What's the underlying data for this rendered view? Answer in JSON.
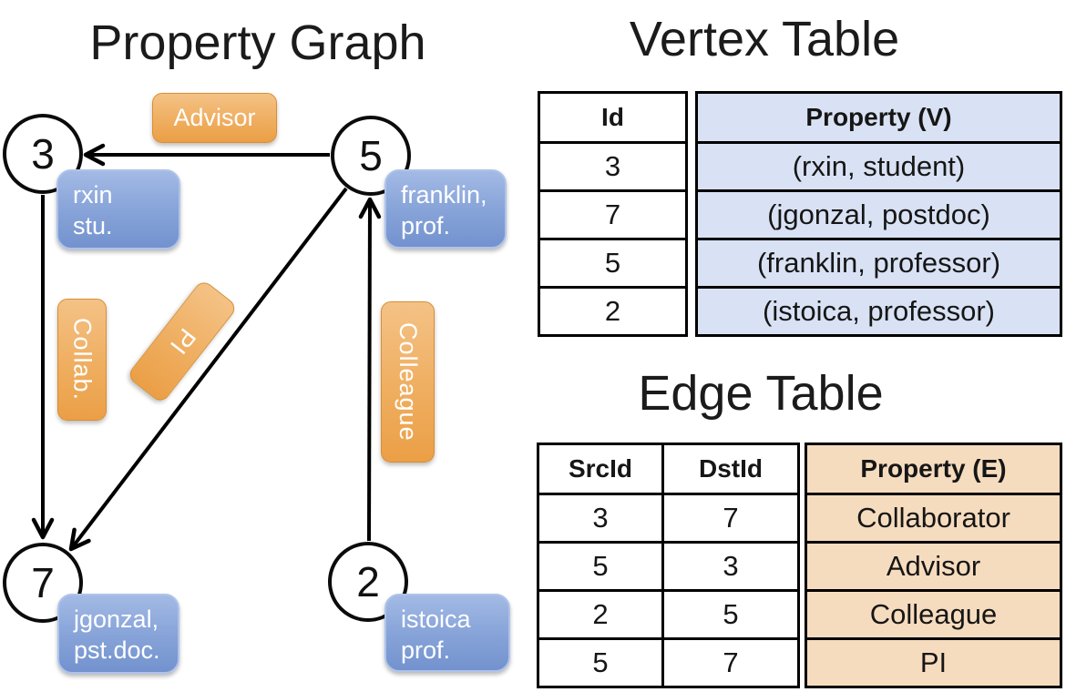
{
  "diagram": {
    "title": "Property Graph",
    "nodes": [
      {
        "id": "3",
        "property_lines": [
          "rxin",
          "stu."
        ]
      },
      {
        "id": "5",
        "property_lines": [
          "franklin,",
          "prof."
        ]
      },
      {
        "id": "7",
        "property_lines": [
          "jgonzal,",
          "pst.doc."
        ]
      },
      {
        "id": "2",
        "property_lines": [
          "istoica",
          "prof."
        ]
      }
    ],
    "edges": [
      {
        "label": "Advisor"
      },
      {
        "label": "Collab."
      },
      {
        "label": "PI"
      },
      {
        "label": "Colleague"
      }
    ]
  },
  "vertex_table": {
    "title": "Vertex Table",
    "columns": [
      "Id",
      "Property (V)"
    ],
    "rows": [
      [
        "3",
        "(rxin, student)"
      ],
      [
        "7",
        "(jgonzal, postdoc)"
      ],
      [
        "5",
        "(franklin, professor)"
      ],
      [
        "2",
        "(istoica, professor)"
      ]
    ]
  },
  "edge_table": {
    "title": "Edge Table",
    "columns": [
      "SrcId",
      "DstId",
      "Property (E)"
    ],
    "rows": [
      [
        "3",
        "7",
        "Collaborator"
      ],
      [
        "5",
        "3",
        "Advisor"
      ],
      [
        "2",
        "5",
        "Colleague"
      ],
      [
        "5",
        "7",
        "PI"
      ]
    ]
  },
  "colors": {
    "edge_label_fill": "#efae60",
    "edge_label_border": "#d98f33",
    "vertex_label_fill": "#8aa6da",
    "vertex_label_border": "#aec3ea",
    "vertex_cell_bg": "#d9e2f4",
    "edge_cell_bg": "#f6dcbe",
    "line_color": "#000000",
    "text_on_labels": "#ffffff"
  }
}
